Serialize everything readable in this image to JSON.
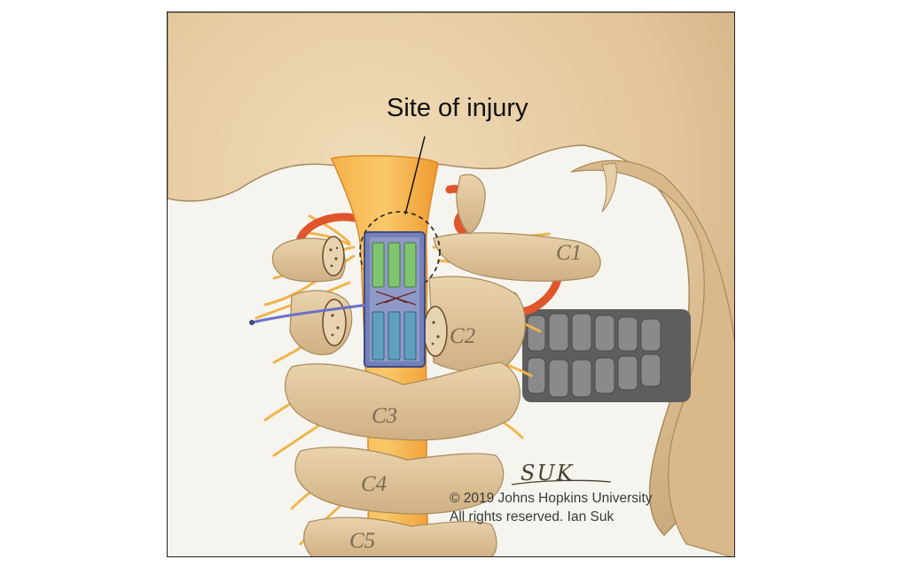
{
  "callout": {
    "label": "Site of injury"
  },
  "vertebrae": {
    "c1": "C1",
    "c2": "C2",
    "c3": "C3",
    "c4": "C4",
    "c5": "C5"
  },
  "credit": {
    "signature": "SUK",
    "line1": "© 2019 Johns Hopkins University",
    "line2": "All rights reserved. Ian Suk"
  },
  "colors": {
    "bone": "#e4c9a0",
    "bone_shadow": "#b99a6c",
    "spinal_cord": "#f3a53a",
    "artery": "#e0552b",
    "nerve": "#f0b54b",
    "implant_frame": "#5f6ea8",
    "electrode_green": "#7fc470",
    "electrode_blue": "#5fa0c0",
    "teeth": "#6b6b6b"
  }
}
